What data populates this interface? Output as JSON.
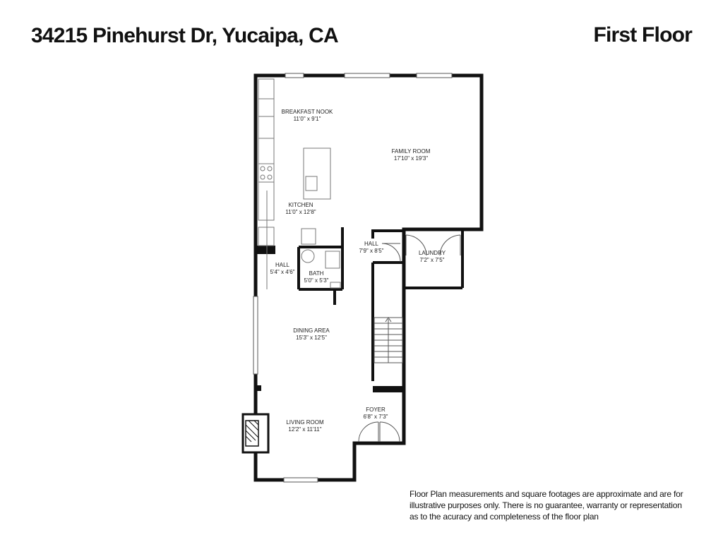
{
  "header": {
    "address": "34215 Pinehurst Dr, Yucaipa, CA",
    "floor": "First Floor"
  },
  "rooms": {
    "breakfast_nook": {
      "name": "BREAKFAST NOOK",
      "dims": "11'0\" x 9'1\""
    },
    "family_room": {
      "name": "FAMILY ROOM",
      "dims": "17'10\" x 19'3\""
    },
    "kitchen": {
      "name": "KITCHEN",
      "dims": "11'0\" x 12'8\""
    },
    "hall_upper": {
      "name": "HALL",
      "dims": "7'9\" x 8'5\""
    },
    "laundry": {
      "name": "LAUNDRY",
      "dims": "7'2\" x 7'5\""
    },
    "hall_lower": {
      "name": "HALL",
      "dims": "5'4\" x 4'6\""
    },
    "bath": {
      "name": "BATH",
      "dims": "5'0\" x 5'3\""
    },
    "dining_area": {
      "name": "DINING AREA",
      "dims": "15'3\" x 12'5\""
    },
    "foyer": {
      "name": "FOYER",
      "dims": "6'8\" x 7'3\""
    },
    "living_room": {
      "name": "LIVING ROOM",
      "dims": "12'2\" x 11'11\""
    }
  },
  "disclaimer": {
    "line1": "Floor Plan measurements and square footages are approximate and are for",
    "line2": "illustrative purposes only. There is no guarantee, warranty or representation",
    "line3": "as to the acuracy and completeness of the floor plan"
  }
}
